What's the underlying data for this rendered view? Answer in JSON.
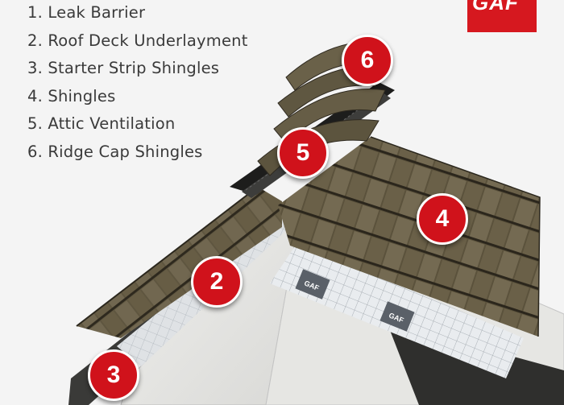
{
  "legend": [
    "1. Leak Barrier",
    "2. Roof Deck Underlayment",
    "3. Starter Strip Shingles",
    "4. Shingles",
    "5. Attic Ventilation",
    "6. Ridge Cap Shingles"
  ],
  "logo_text": "GAF",
  "badges": {
    "b2": "2",
    "b3": "3",
    "b4": "4",
    "b5": "5",
    "b6": "6"
  },
  "colors": {
    "brand_red": "#d6181f",
    "badge_red": "#d0121b",
    "shingle": "#6b6147"
  }
}
